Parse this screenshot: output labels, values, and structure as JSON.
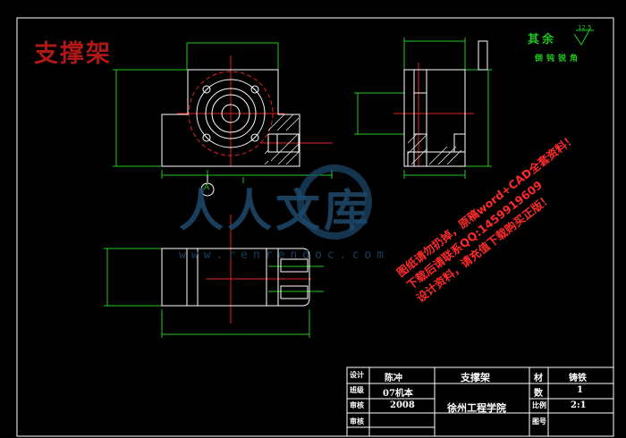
{
  "drawing": {
    "title": "支撑架",
    "notes": {
      "rest": "其余",
      "roughness": "12.5",
      "chamfer": "倒钝锐角"
    },
    "view_label": "A"
  },
  "watermark": {
    "brand": "人人文库",
    "site": "www.renrendoc.com"
  },
  "promo": {
    "line1": "图纸请勿扔掉，原稿word+CAD全套资料！",
    "line2": "下载后请联系QQ:1459919609",
    "line3": "设计资料，请充值下载购买正版！"
  },
  "title_block": {
    "part_name": "支撑架",
    "material_label": "材",
    "material_value": "铸铁",
    "qty_label": "数",
    "qty_value": "1",
    "scale_label": "比例",
    "scale_value": "2:1",
    "drawing_no_label": "图号",
    "school": "徐州工程学院",
    "designer_label": "设计",
    "designer_value": "陈冲",
    "class_label": "班级",
    "class_value": "07机本",
    "checker_label": "审核",
    "date_value": "2008",
    "chief_label": "审核"
  },
  "colors": {
    "outline": "#ffffff",
    "frame": "#ffffff",
    "dimension": "#22c822",
    "center_line": "#e02020",
    "hatch": "#e6e6e6",
    "title_red": "#b01818",
    "watermark": "#1e4a6e",
    "promo": "#ff2a2a"
  }
}
